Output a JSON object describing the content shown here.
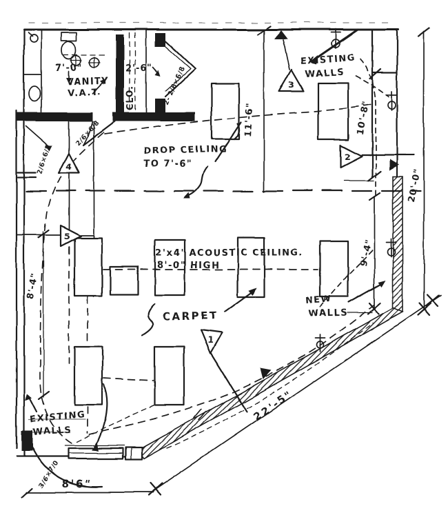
{
  "meta": {
    "description": "Hand-drawn architectural floor plan sketch",
    "ink_color": "#1c1c1c",
    "paper_color": "#ffffff"
  },
  "rooms": {
    "bathroom": {
      "label1": "VANITY",
      "label2": "V.A.T.",
      "width_dim": "7'-0\""
    },
    "closet": {
      "label": "CLO.",
      "depth_dim": "2'-6\"",
      "doors": "2- 2/6×6/8"
    },
    "main": {
      "drop_ceiling_line1": "DROP CEILING",
      "drop_ceiling_line2": "TO 7'-6\"",
      "acoustic_line1": "2'x4' ACOUSTIC CEILING.",
      "acoustic_line2": "8'-0\" HIGH",
      "floor": "CARPET"
    }
  },
  "walls": {
    "existing_top_line1": "EXISTING",
    "existing_top_line2": "WALLS",
    "new_line1": "NEW",
    "new_line2": "WALLS",
    "existing_bottom_line1": "EXISTING",
    "existing_bottom_line2": "WALLS"
  },
  "doors": {
    "bath_door": "2/6×6/8",
    "entry_door": "3/6×7/0"
  },
  "dims": {
    "col_bay": "11'-6\"",
    "right_bay": "10'-8\"",
    "right_overall": "20'-0\"",
    "left_bay": "8'-4\"",
    "new_wall": "9'-4\"",
    "diagonal": "22'-5\"",
    "storefront": "8'6\""
  },
  "markers": {
    "m1": "1",
    "m2": "2",
    "m3": "3",
    "m4": "4",
    "m5": "5"
  }
}
